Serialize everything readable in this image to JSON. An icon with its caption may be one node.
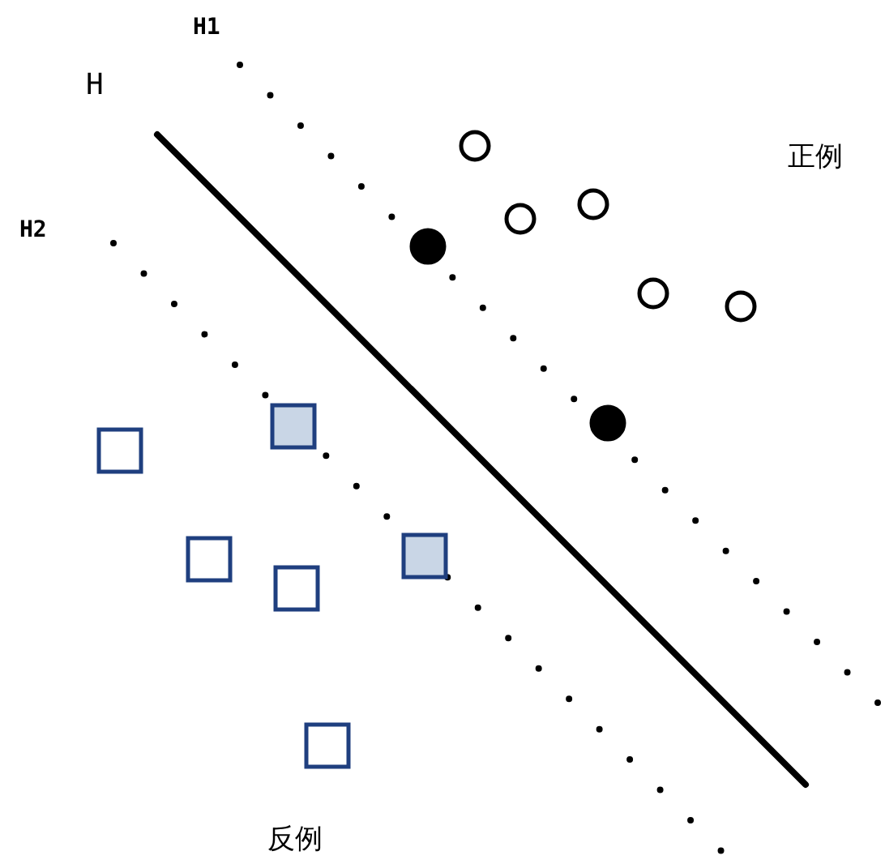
{
  "diagram": {
    "labels": [
      "H1",
      "H",
      "H2",
      "正例",
      "反例"
    ]
  }
}
